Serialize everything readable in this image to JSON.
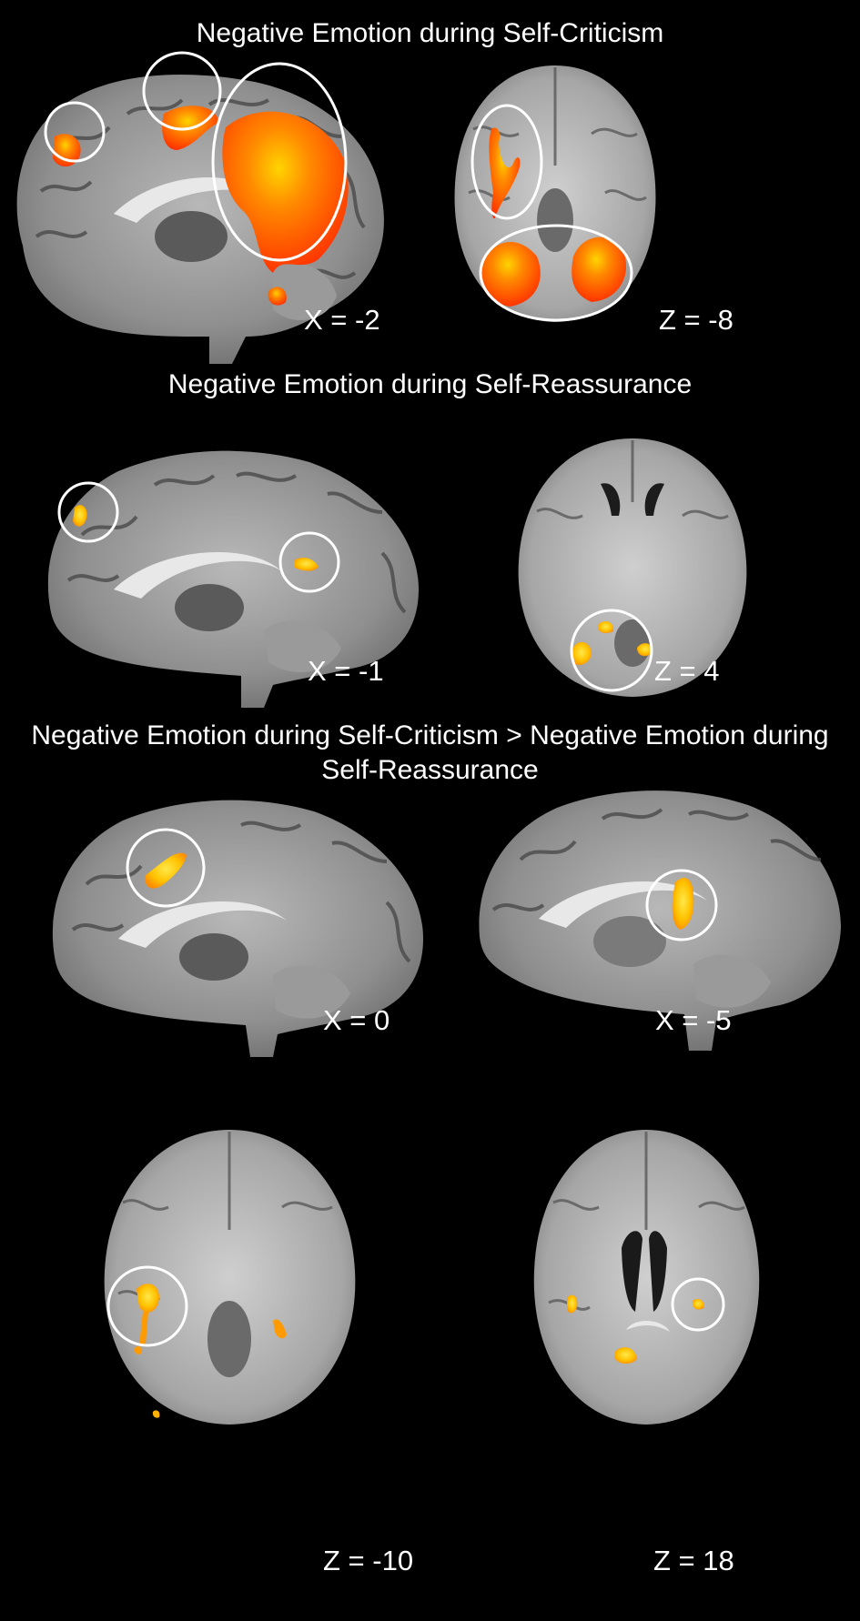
{
  "figure": {
    "background": "#000000",
    "activation_colors": {
      "red": "#ff2a00",
      "orange": "#ff7a00",
      "yellow": "#ffd400"
    },
    "sections": [
      {
        "title": "Negative Emotion during Self-Criticism"
      },
      {
        "title": "Negative Emotion during Self-Reassurance"
      },
      {
        "title": "Negative Emotion during Self-Criticism > Negative Emotion during Self-Reassurance"
      }
    ],
    "slices": [
      {
        "label": "X = -2",
        "view": "sagittal"
      },
      {
        "label": "Z = -8",
        "view": "axial"
      },
      {
        "label": "X = -1",
        "view": "sagittal"
      },
      {
        "label": "Z = 4",
        "view": "axial"
      },
      {
        "label": "X = 0",
        "view": "sagittal"
      },
      {
        "label": "X = -5",
        "view": "sagittal"
      },
      {
        "label": "Z = -10",
        "view": "axial"
      },
      {
        "label": "Z = 18",
        "view": "axial"
      }
    ]
  }
}
